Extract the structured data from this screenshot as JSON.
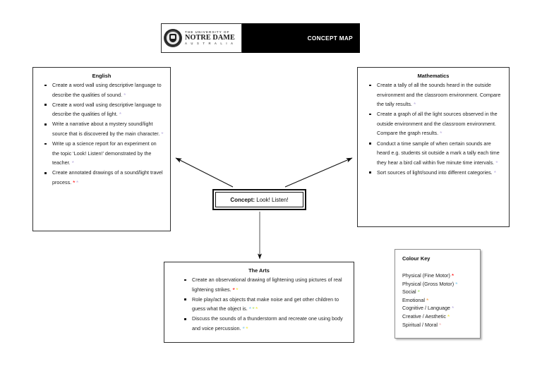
{
  "header": {
    "logo": {
      "icon": "notre-dame-crest-icon",
      "line1": "THE UNIVERSITY OF",
      "line2": "NOTRE DAME",
      "line3": "A U S T R A L I A"
    },
    "title": "CONCEPT MAP"
  },
  "concept": {
    "label": "Concept:",
    "value": "Look! Listen!"
  },
  "boxes": [
    {
      "id": "english",
      "title": "English",
      "items": [
        {
          "text": "Create a word wall using descriptive language to describe the qualities of sound.",
          "marks": [
            "cognitive"
          ]
        },
        {
          "text": "Create a word wall using descriptive language to describe the qualities of light.",
          "marks": [
            "cognitive"
          ]
        },
        {
          "text": "Write a narrative about a mystery sound/light source that is discovered by the main character.",
          "marks": [
            "cognitive"
          ]
        },
        {
          "text": "Write up a science report for an experiment on the topic ‘Look! Listen!’ demonstrated by the teacher.",
          "marks": [
            "cognitive"
          ]
        },
        {
          "text": "Create annotated drawings of a sound/light travel process.",
          "marks": [
            "fine_motor",
            "cognitive"
          ]
        }
      ]
    },
    {
      "id": "maths",
      "title": "Mathematics",
      "items": [
        {
          "text": "Create a tally of all the sounds heard in the outside environment and the classroom environment. Compare the tally results.",
          "marks": [
            "cognitive"
          ]
        },
        {
          "text": "Create a graph of all the light sources observed in the outside environment and the classroom environment. Compare the graph results.",
          "marks": [
            "cognitive"
          ]
        },
        {
          "text": "Conduct a time sample of when certain sounds are heard e.g. students sit outside a mark a tally each time they hear a bird call within five minute time intervals.",
          "marks": [
            "cognitive"
          ]
        },
        {
          "text": "Sort sources of light/sound into different categories.",
          "marks": [
            "cognitive"
          ]
        }
      ]
    },
    {
      "id": "arts",
      "title": "The Arts",
      "items": [
        {
          "text": "Create an observational drawing of lightening using pictures of real lightening strikes.",
          "marks": [
            "fine_motor",
            "creative"
          ]
        },
        {
          "text": "Role play/act as objects that make noise and get other children to guess what the object is.",
          "marks": [
            "gross_motor",
            "social",
            "creative"
          ]
        },
        {
          "text": "Discuss the sounds of a thunderstorm and recreate one using body and voice percussion.",
          "marks": [
            "gross_motor",
            "creative"
          ]
        }
      ]
    }
  ],
  "colour_key": {
    "title": "Colour Key",
    "entries": [
      {
        "key": "fine_motor",
        "label": "Physical (Fine Motor)",
        "color": "#FF0000"
      },
      {
        "key": "gross_motor",
        "label": "Physical (Gross Motor)",
        "color": "#7FC8EC"
      },
      {
        "key": "social",
        "label": "Social",
        "color": "#A8E06A"
      },
      {
        "key": "emotional",
        "label": "Emotional",
        "color": "#F5A04A"
      },
      {
        "key": "cognitive",
        "label": "Cognitive / Language",
        "color": "#BFB3E0"
      },
      {
        "key": "creative",
        "label": "Creative / Aesthetic",
        "color": "#F2E83C"
      },
      {
        "key": "spiritual",
        "label": "Spiritual / Moral",
        "color": "#F6B7B7"
      }
    ]
  },
  "connectors": [
    {
      "name": "concept-to-english",
      "from": "concept",
      "to": "english"
    },
    {
      "name": "concept-to-mathematics",
      "from": "concept",
      "to": "maths"
    },
    {
      "name": "concept-to-arts",
      "from": "concept",
      "to": "arts"
    }
  ]
}
